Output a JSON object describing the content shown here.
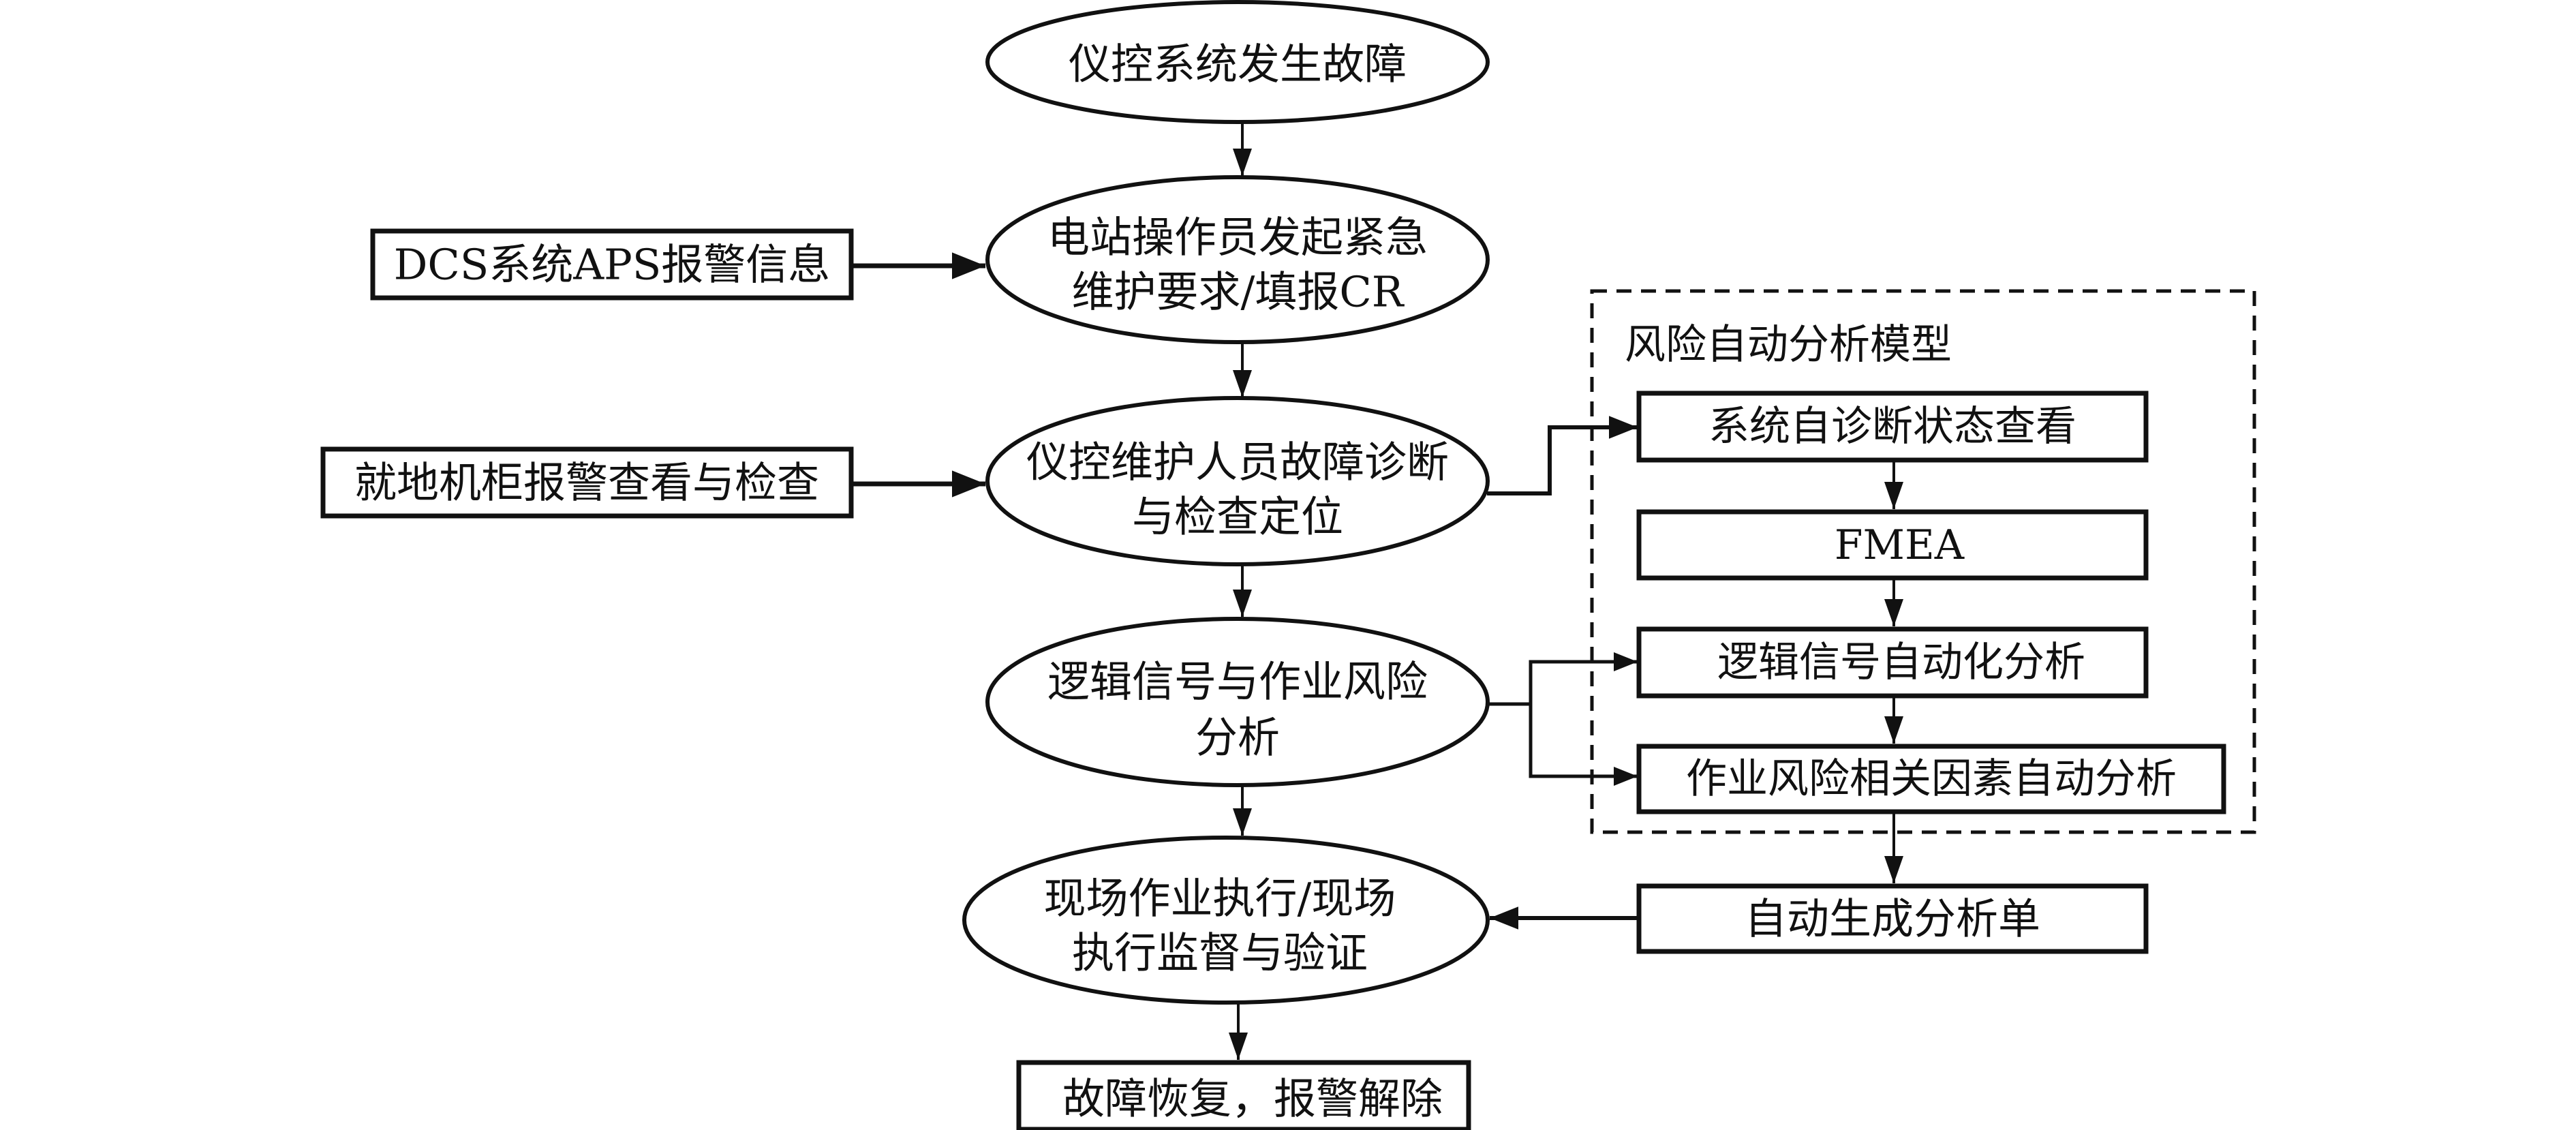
{
  "diagram": {
    "type": "flowchart",
    "colors": {
      "stroke": "#111111",
      "background": "#ffffff",
      "text": "#111111"
    },
    "main_flow": [
      {
        "id": "e1",
        "shape": "ellipse",
        "lines": [
          "仪控系统发生故障"
        ]
      },
      {
        "id": "e2",
        "shape": "ellipse",
        "lines": [
          "电站操作员发起紧急",
          "维护要求/填报CR"
        ]
      },
      {
        "id": "e3",
        "shape": "ellipse",
        "lines": [
          "仪控维护人员故障诊断",
          "与检查定位"
        ]
      },
      {
        "id": "e4",
        "shape": "ellipse",
        "lines": [
          "逻辑信号与作业风险",
          "分析"
        ]
      },
      {
        "id": "e5",
        "shape": "ellipse",
        "lines": [
          "现场作业执行/现场",
          "执行监督与验证"
        ]
      },
      {
        "id": "end",
        "shape": "box",
        "lines": [
          "故障恢复，报警解除"
        ]
      }
    ],
    "inputs": [
      {
        "id": "in1",
        "shape": "box",
        "lines": [
          "DCS系统APS报警信息"
        ],
        "target": "e2"
      },
      {
        "id": "in2",
        "shape": "box",
        "lines": [
          "就地机柜报警查看与检查"
        ],
        "target": "e3"
      }
    ],
    "model_group": {
      "title": "风险自动分析模型",
      "border": "dashed",
      "steps": [
        {
          "id": "m1",
          "lines": [
            "系统自诊断状态查看"
          ]
        },
        {
          "id": "m2",
          "lines": [
            "FMEA"
          ]
        },
        {
          "id": "m3",
          "lines": [
            "逻辑信号自动化分析"
          ]
        },
        {
          "id": "m4",
          "lines": [
            "作业风险相关因素自动分析"
          ]
        }
      ]
    },
    "output_box": {
      "id": "out",
      "lines": [
        "自动生成分析单"
      ]
    },
    "edges": [
      {
        "from": "e1",
        "to": "e2"
      },
      {
        "from": "in1",
        "to": "e2"
      },
      {
        "from": "e2",
        "to": "e3"
      },
      {
        "from": "in2",
        "to": "e3"
      },
      {
        "from": "e3",
        "to": "e4"
      },
      {
        "from": "e3",
        "to": "m1"
      },
      {
        "from": "m1",
        "to": "m2"
      },
      {
        "from": "m2",
        "to": "m3"
      },
      {
        "from": "m3",
        "to": "m4"
      },
      {
        "from": "e4",
        "to": "m3"
      },
      {
        "from": "e4",
        "to": "m4"
      },
      {
        "from": "e4",
        "to": "e5"
      },
      {
        "from": "m4",
        "to": "out"
      },
      {
        "from": "out",
        "to": "e5"
      },
      {
        "from": "e5",
        "to": "end"
      }
    ]
  }
}
